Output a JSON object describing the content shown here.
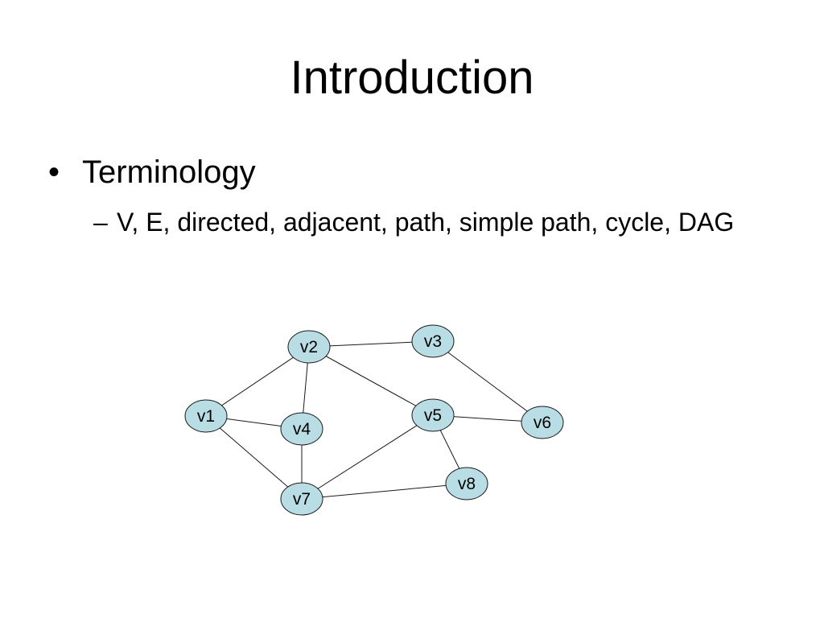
{
  "slide": {
    "title": "Introduction",
    "bullet_marker": "•",
    "sub_marker": "–",
    "bullet": "Terminology",
    "sub_bullet": "V, E, directed, adjacent, path, simple path, cycle, DAG"
  },
  "graph": {
    "node_fill": "#b9dde4",
    "node_stroke": "#1a1a1a",
    "edge_color": "#1a1a1a",
    "nodes": [
      {
        "id": "v1",
        "label": "v1"
      },
      {
        "id": "v2",
        "label": "v2"
      },
      {
        "id": "v3",
        "label": "v3"
      },
      {
        "id": "v4",
        "label": "v4"
      },
      {
        "id": "v5",
        "label": "v5"
      },
      {
        "id": "v6",
        "label": "v6"
      },
      {
        "id": "v7",
        "label": "v7"
      },
      {
        "id": "v8",
        "label": "v8"
      }
    ],
    "edges": [
      [
        "v2",
        "v3"
      ],
      [
        "v1",
        "v2"
      ],
      [
        "v2",
        "v4"
      ],
      [
        "v2",
        "v5"
      ],
      [
        "v3",
        "v6"
      ],
      [
        "v1",
        "v4"
      ],
      [
        "v1",
        "v7"
      ],
      [
        "v4",
        "v7"
      ],
      [
        "v5",
        "v6"
      ],
      [
        "v5",
        "v7"
      ],
      [
        "v5",
        "v8"
      ],
      [
        "v7",
        "v8"
      ]
    ]
  }
}
